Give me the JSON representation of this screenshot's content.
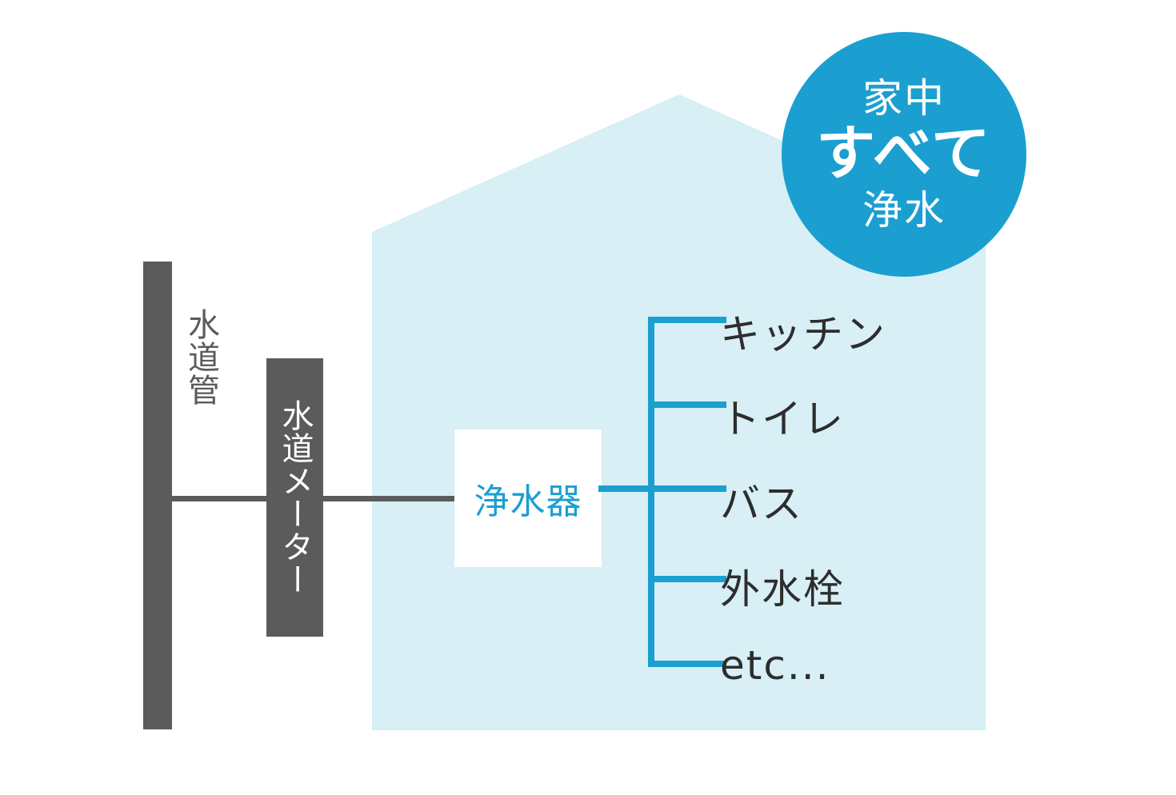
{
  "diagram": {
    "title": "whole-house water purifier flow diagram",
    "colors": {
      "accent_blue": "#1b9fd0",
      "house_fill": "#d7eff5",
      "pipe_grey": "#5b5b5b",
      "text_dark": "#2d2d2d",
      "white": "#ffffff"
    },
    "pipe_label": "水道管",
    "meter_label": "水道メーター",
    "purifier_label": "浄水器",
    "outlets": [
      {
        "label": "キッチン"
      },
      {
        "label": "トイレ"
      },
      {
        "label": "バス"
      },
      {
        "label": "外水栓"
      },
      {
        "label": "etc..."
      }
    ],
    "badge": {
      "top": "家中",
      "middle": "すべて",
      "bottom": "浄水"
    }
  }
}
